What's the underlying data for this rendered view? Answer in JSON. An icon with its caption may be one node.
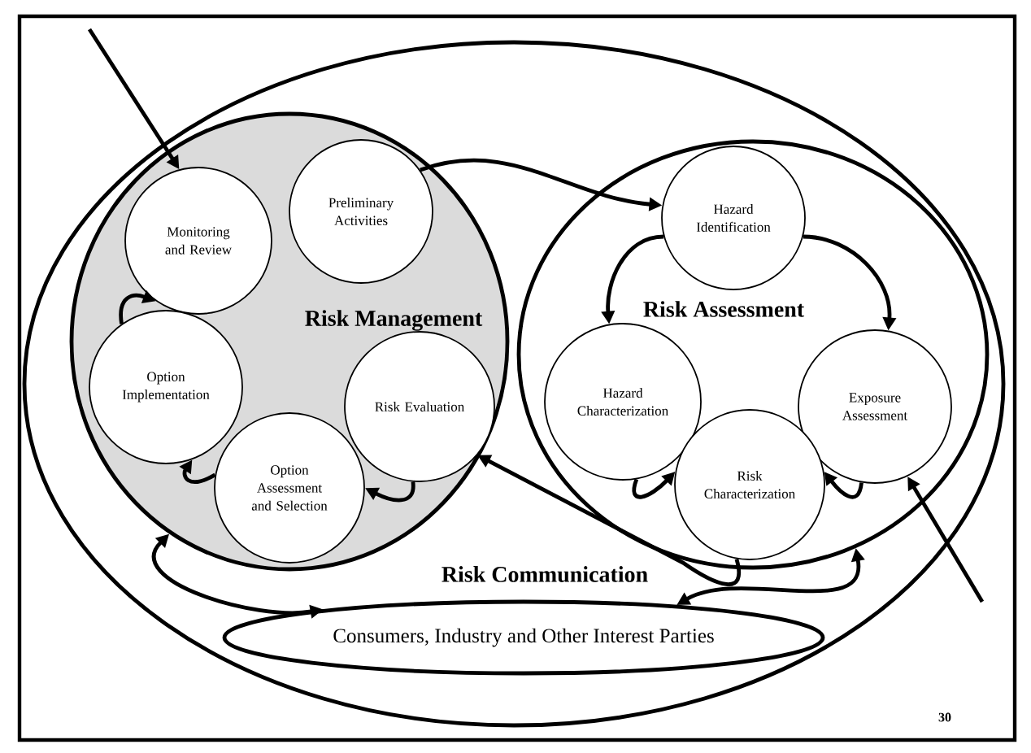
{
  "diagram": {
    "nodes": [
      {
        "text": [
          "Risk Communication"
        ]
      },
      {
        "text": [
          "Risk Management"
        ],
        "in": 0
      },
      {
        "text": [
          "Monitoring and Review"
        ],
        "in": 1
      },
      {
        "text": [
          "Preliminary Activities"
        ],
        "in": 1
      },
      {
        "text": [
          "Option Implementation"
        ],
        "in": 1
      },
      {
        "text": [
          "Risk Evaluation"
        ],
        "in": 1
      },
      {
        "text": [
          "Option Assessment and Selection"
        ],
        "in": 1
      },
      {
        "text": [
          "Risk Assessment"
        ],
        "in": 0
      },
      {
        "text": [
          "Hazard Identification"
        ],
        "in": 7
      },
      {
        "text": [
          "Hazard Characterization"
        ],
        "in": 7
      },
      {
        "text": [
          "Exposure Assessment"
        ],
        "in": 7
      },
      {
        "text": [
          "Risk Characterization"
        ],
        "in": 7
      },
      {
        "text": [
          "Consumers, Industry and Other Interest Parties"
        ],
        "in": 0
      }
    ],
    "edges": [
      {
        "from": null,
        "to": 2,
        "arrow": "to"
      },
      {
        "from": 3,
        "to": 8,
        "arrow": "to"
      },
      {
        "from": 4,
        "to": 2,
        "arrow": "to"
      },
      {
        "from": 6,
        "to": 4,
        "arrow": "to"
      },
      {
        "from": 5,
        "to": 6,
        "arrow": "to"
      },
      {
        "from": 11,
        "to": 5,
        "arrow": "to"
      },
      {
        "from": 8,
        "to": 9,
        "arrow": "to"
      },
      {
        "from": 8,
        "to": 10,
        "arrow": "to"
      },
      {
        "from": 9,
        "to": 11,
        "arrow": "to"
      },
      {
        "from": 10,
        "to": 11,
        "arrow": "to"
      },
      {
        "from": null,
        "to": 10,
        "arrow": "to"
      },
      {
        "from": 12,
        "to": 1,
        "arrow": "both"
      },
      {
        "from": 12,
        "to": 7,
        "arrow": "both"
      }
    ],
    "labels": [
      "30"
    ]
  }
}
